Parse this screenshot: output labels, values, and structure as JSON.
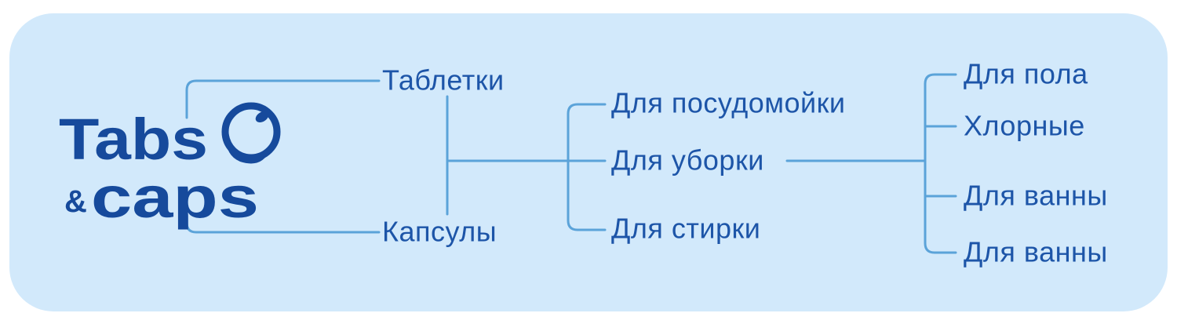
{
  "colors": {
    "page_background": "#ffffff",
    "card_background": "#d2e9fb",
    "connector_line": "#5ba3d9",
    "node_text": "#1d55a8",
    "logo_blue": "#164a9c"
  },
  "logo": {
    "word1": "Tabs",
    "amp": "&",
    "word2": "caps"
  },
  "tree": {
    "level1": [
      {
        "label": "Таблетки"
      },
      {
        "label": "Капсулы"
      }
    ],
    "level2": [
      {
        "label": "Для посудомойки"
      },
      {
        "label": "Для уборки"
      },
      {
        "label": "Для стирки"
      }
    ],
    "level3": [
      {
        "label": "Для пола"
      },
      {
        "label": "Хлорные"
      },
      {
        "label": "Для ванны"
      },
      {
        "label": "Для ванны"
      }
    ]
  }
}
